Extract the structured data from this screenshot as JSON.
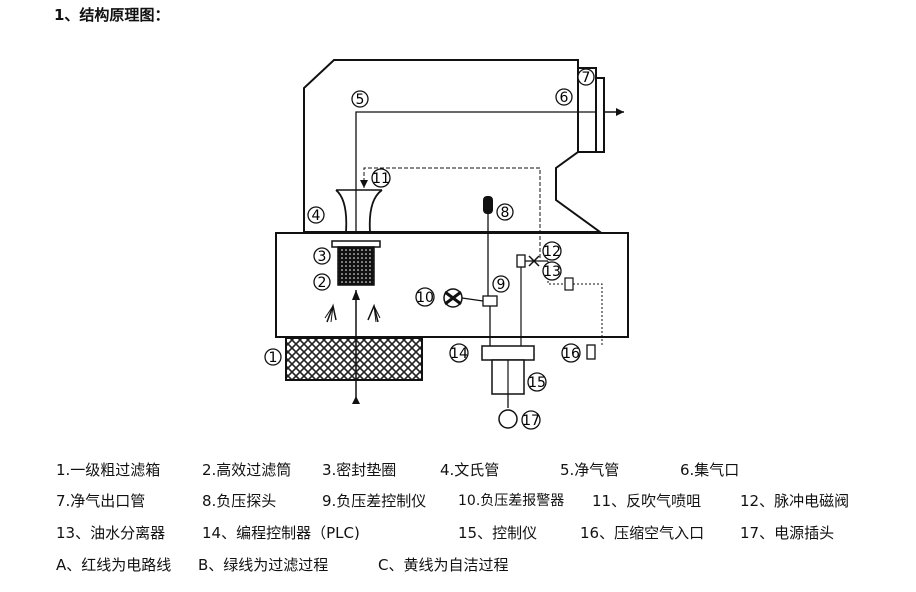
{
  "title": "1、结构原理图：",
  "callouts": {
    "n1": "1",
    "n2": "2",
    "n3": "3",
    "n4": "4",
    "n5": "5",
    "n6": "6",
    "n7": "7",
    "n8": "8",
    "n9": "9",
    "n10": "10",
    "n11": "11",
    "n12": "12",
    "n13": "13",
    "n14": "14",
    "n15": "15",
    "n16": "16",
    "n17": "17"
  },
  "legend": {
    "row1": [
      "1.一级粗过滤箱",
      "2.高效过滤筒",
      "3.密封垫圈",
      "4.文氏管",
      "5.净气管",
      "6.集气口"
    ],
    "row2": [
      "7.净气出口管",
      "8.负压探头",
      "9.负压差控制仪",
      "10.负压差报警器",
      "11、反吹气喷咀",
      "12、脉冲电磁阀"
    ],
    "row3": [
      "13、油水分离器",
      "14、编程控制器（PLC)",
      "15、控制仪",
      "16、压缩空气入口",
      "17、电源插头"
    ],
    "row4": [
      "A、红线为电路线",
      "B、绿线为过滤过程",
      "C、黄线为自洁过程"
    ]
  }
}
